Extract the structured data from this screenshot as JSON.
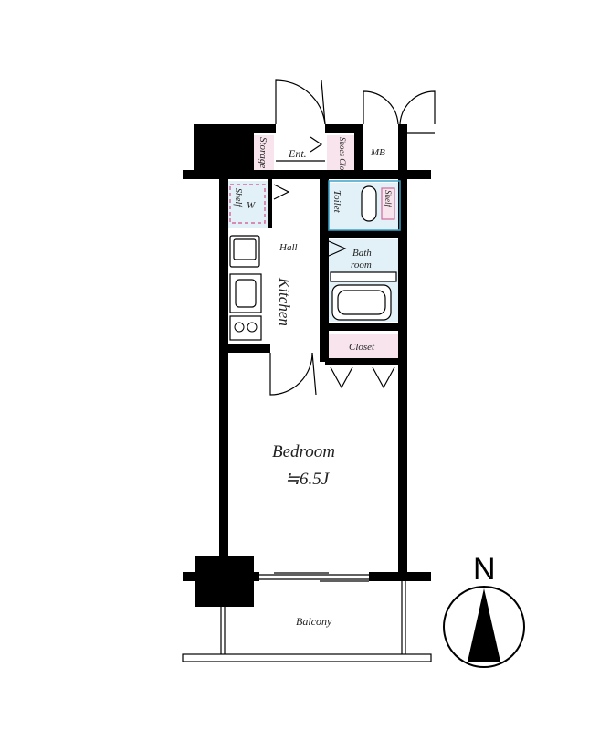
{
  "plan": {
    "rooms": {
      "storage": "Storage",
      "entrance": "Ent.",
      "shoes_closet": "Shoes Clo",
      "mb": "MB",
      "shelf_w": "Shelf",
      "w": "W",
      "toilet": "Toilet",
      "toilet_shelf": "Shelf",
      "hall": "Hall",
      "bath_line1": "Bath",
      "bath_line2": "room",
      "kitchen": "Kitchen",
      "closet": "Closet",
      "bedroom": "Bedroom",
      "bedroom_size": "≒6.5J",
      "balcony": "Balcony"
    },
    "compass_label": "N",
    "colors": {
      "pink": "#f8e4ec",
      "blue": "#e2f1f8",
      "wall": "#000000",
      "pink_border": "#d46a9a",
      "blue_border": "#3aa2c8"
    }
  }
}
